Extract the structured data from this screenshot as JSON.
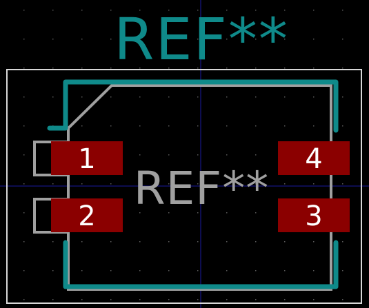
{
  "footprint": {
    "reference_top": "REF**",
    "reference_center": "REF**",
    "pads": [
      {
        "number": "1"
      },
      {
        "number": "2"
      },
      {
        "number": "3"
      },
      {
        "number": "4"
      }
    ]
  },
  "colors": {
    "background": "#000000",
    "silkscreen_teal": "#0f8a8a",
    "fab_gray": "#a0a0a0",
    "courtyard_white": "#d8d8d8",
    "pad_red": "#8b0000",
    "pad_text": "#ffffff",
    "crosshair_blue": "#1a1aa0",
    "grid_dot": "#5a5a5a"
  }
}
